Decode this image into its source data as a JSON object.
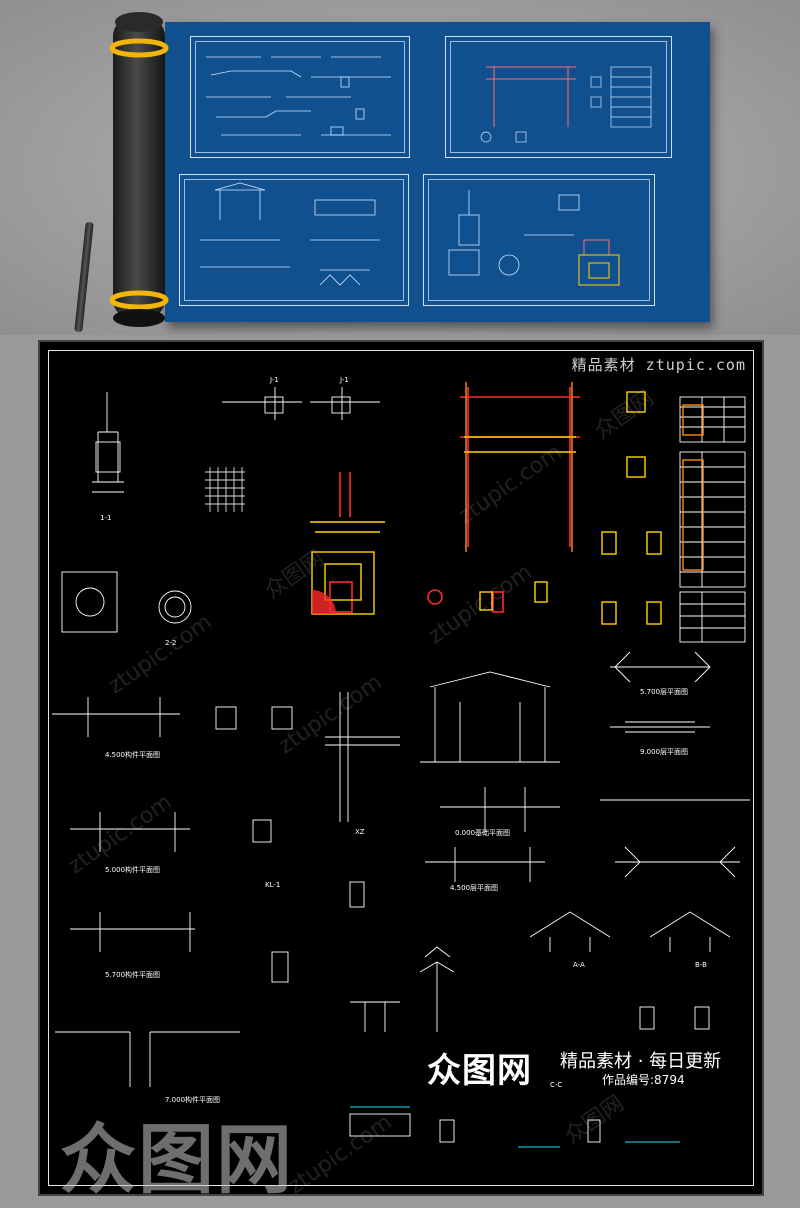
{
  "watermark": {
    "url": "精品素材 ztupic.com",
    "site_text": "ztupic.com",
    "repeat_text": "众图网"
  },
  "brand": {
    "logo": "众图网",
    "tagline": "精品素材 · 每日更新",
    "work_id": "作品编号:8794"
  },
  "colors": {
    "background": "#9a9a9a",
    "blueprint": "#11508e",
    "drawing_bg": "#000000",
    "line": "#ffffff",
    "accent_red": "#ff2a2a",
    "accent_yellow": "#ffd200",
    "accent_orange": "#ff8c1a"
  },
  "drawing": {
    "labels": [
      "1-1",
      "2-2",
      "J-1",
      "A-A",
      "B-B",
      "KL-1",
      "XZ",
      "C-C"
    ],
    "plan_titles": [
      "4.500构件平面图",
      "5.000构件平面图",
      "5.700构件平面图",
      "7.000构件平面图",
      "0.000基础平面图",
      "4.500层平面图",
      "5.700层平面图",
      "9.000层平面图"
    ]
  }
}
